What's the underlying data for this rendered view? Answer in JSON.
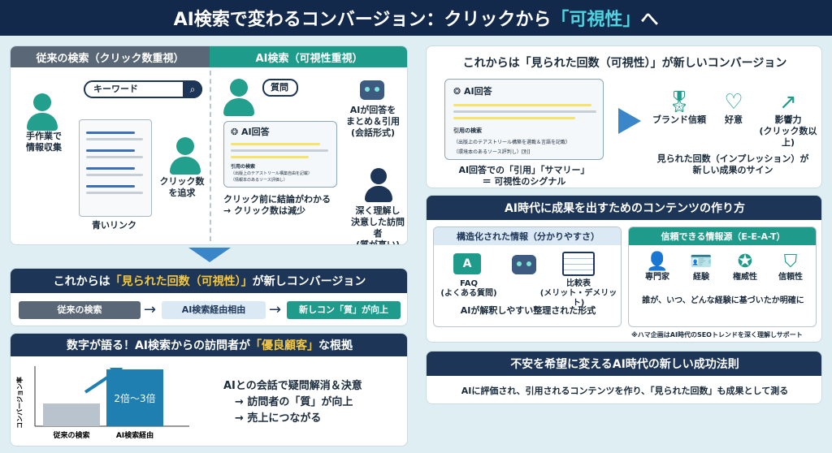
{
  "title": {
    "prefix": "AI検索で変わるコンバージョン：クリックから",
    "highlight": "「可視性」",
    "suffix": "へ"
  },
  "left_panel": {
    "header_old": "従来の検索（クリック数重視）",
    "header_new": "AI検索（可視性重視）",
    "search_keyword": "キーワード",
    "manual_label": "手作業で\n情報収集",
    "click_chase": "クリック数\nを追求",
    "blue_links": "青いリンク",
    "question": "質問",
    "ai_summary_label": "AIが回答を\nまとめ＆引用\n(会話形式)",
    "ai_answer_title": "AI回答",
    "citation_label": "引用の検索",
    "cite_1": "（出版上のテアストリール構築自由を記載）",
    "cite_2": "（情報本のあるソース評価し）",
    "conclusion": "クリック前に結論がわかる\n→ クリック数は減少",
    "deep_visitor": "深く理解し\n決意した訪問者\n(質が高い)"
  },
  "conversion_bar": {
    "prefix": "これからは",
    "highlight": "「見られた回数（可視性）」",
    "suffix": "が新しコンバージョン",
    "flow": [
      "従来の検索",
      "AI検索経由相由",
      "新しコン「質」が向上"
    ]
  },
  "stats_panel": {
    "title_prefix": "数字が語る！AI検索からの訪問者が",
    "title_highlight": "「優良顧客」",
    "title_suffix": "な根拠",
    "text_1": "AIとの会話で疑問解消＆決意",
    "text_2": "→ 訪問者の「質」が向上",
    "text_3": "→ 売上につながる"
  },
  "chart_data": {
    "type": "bar",
    "categories": [
      "従来の検索",
      "AI検索経由"
    ],
    "values": [
      1,
      2.5
    ],
    "ylabel": "コンバージョン率",
    "data_labels": [
      "",
      "2倍～3倍"
    ],
    "colors": [
      "#b9c3cd",
      "#1e7fb0"
    ]
  },
  "right_top": {
    "title": "これからは「見られた回数（可視性）」が新しいコンバージョン",
    "ai_answer_title": "AI回答",
    "citation_label": "引用の検索",
    "cite_1": "（出版上のテアストリール構築を選載＆言語を記載）",
    "cite_2": "（環境本のあるソース評判し）[別]",
    "caption_1": "AI回答での「引用」「サマリー」",
    "caption_2": "＝ 可視性のシグナル",
    "icons": [
      {
        "icon": "ribbon-icon",
        "label": "ブランド信頼"
      },
      {
        "icon": "heart-hand-icon",
        "label": "好意"
      },
      {
        "icon": "growth-icon",
        "label": "影響力\n(クリック数以上)"
      }
    ],
    "impressions": "見られた回数（インプレッション）が\n新しい成果のサイン"
  },
  "content_panel": {
    "title": "AI時代に成果を出すためのコンテンツの作り方",
    "structured": {
      "header": "構造化された情報（分かりやすさ）",
      "faq": "FAQ\n(よくある質問)",
      "compare": "比較表\n(メリット・デメリット)",
      "caption": "AIが解釈しやすい整理された形式"
    },
    "trust": {
      "header": "信頼できる情報源（E-E-A-T）",
      "items": [
        "専門家",
        "経験",
        "権威性",
        "信頼性"
      ],
      "caption": "誰が、いつ、どんな経験に基づいたか明確に"
    },
    "note": "※ハマ企画はAI時代のSEOトレンドを深く理解しサポート"
  },
  "bottom_panel": {
    "title": "不安を希望に変えるAI時代の新しい成功法則",
    "text": "AIに評価され、引用されるコンテンツを作り、「見られた回数」も成果として測る"
  },
  "colors": {
    "navy": "#13294b",
    "teal": "#1e9b8a",
    "highlight": "#f5c842",
    "cyan": "#4fd3e0"
  }
}
